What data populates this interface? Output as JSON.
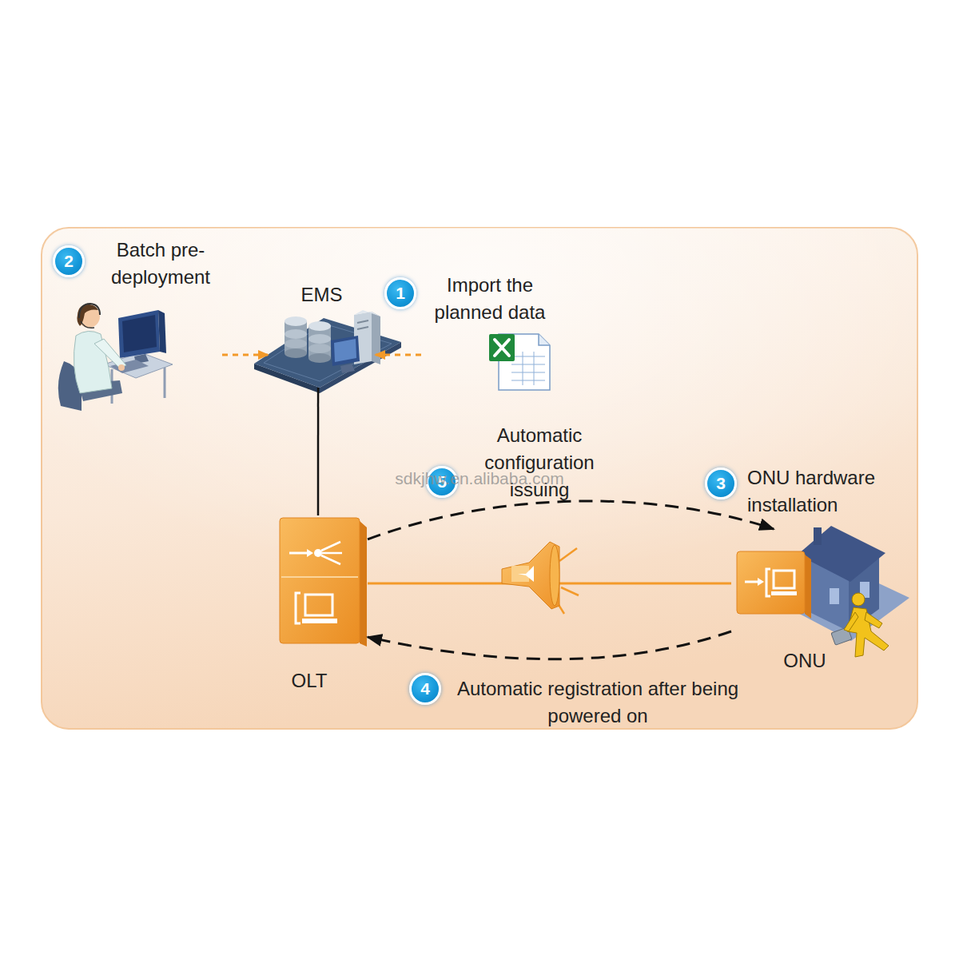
{
  "diagram": {
    "nodes": [
      {
        "text": [
          "Batch pre-deployment"
        ]
      },
      {
        "text": [
          "EMS"
        ]
      },
      {
        "text": [
          "Import the planned data"
        ]
      },
      {
        "text": [
          "OLT"
        ]
      },
      {
        "text": [
          "ONU"
        ]
      }
    ],
    "edges": [
      {
        "from": 0,
        "to": 1,
        "arrow": "to"
      },
      {
        "from": 2,
        "to": 1,
        "arrow": "to"
      },
      {
        "from": 1,
        "to": 3,
        "arrow": "none"
      },
      {
        "from": 3,
        "to": 4,
        "label": "Automatic configuration issuing",
        "arrow": "to"
      },
      {
        "from": 4,
        "to": 3,
        "label": "Automatic registration after being powered on",
        "arrow": "to"
      },
      {
        "from": 3,
        "to": 4,
        "arrow": "none"
      }
    ],
    "labels": [
      "2",
      "1",
      "5",
      "3",
      "4",
      "ONU hardware installation",
      "sdkjhw.en.alibaba.com"
    ]
  }
}
